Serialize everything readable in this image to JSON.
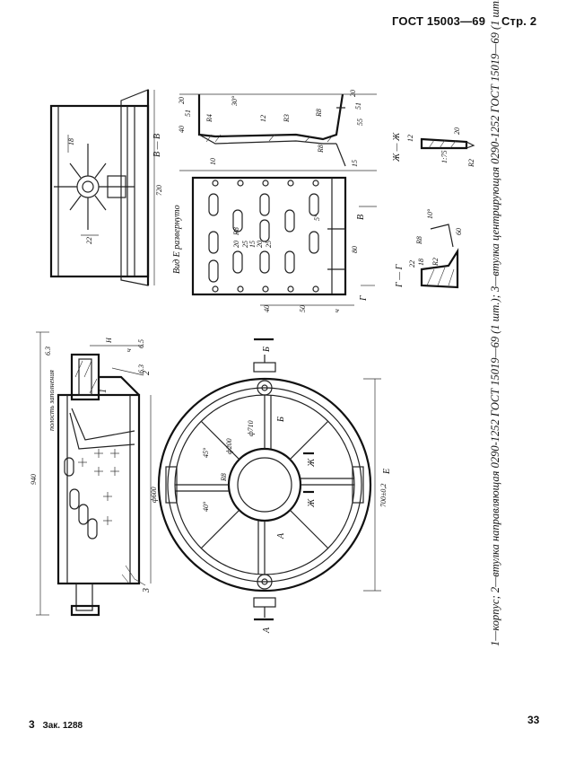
{
  "header": {
    "standard": "ГОСТ 15003—69",
    "page": "Стр. 2"
  },
  "caption": "1—корпус; 2—втулка направляющая 0290-1252 ГОСТ 15019—69 (1 шт.); 3—втулка центрирующая 0290-1252 ГОСТ 15019—69 (1 шт.);",
  "footer": {
    "left_number": "3",
    "order": "Зак. 1288",
    "page_number": "33"
  },
  "drawing": {
    "top_view": {
      "dim_overall": "720",
      "dim_a": "18",
      "dim_b": "22"
    },
    "section_vv": {
      "label": "В — В",
      "dims": [
        "20",
        "51",
        "40",
        "R4",
        "30°",
        "12",
        "R3",
        "R8",
        "20",
        "51",
        "55",
        "10",
        "R8",
        "15"
      ]
    },
    "view_e": {
      "label": "Вид Е развернуто",
      "dims": [
        "5°",
        "R8",
        "20",
        "25",
        "15",
        "20",
        "25",
        "80",
        "50",
        "ч",
        "40"
      ],
      "mark_b": "В",
      "mark_g": "Г"
    },
    "section_zhzh": {
      "label": "Ж — Ж",
      "dims": [
        "12",
        "20",
        "R2",
        "1:75"
      ]
    },
    "section_gg": {
      "label": "Г — Г",
      "dims": [
        "10°",
        "R8",
        "60",
        "22",
        "18",
        "R2"
      ]
    },
    "side_view": {
      "dims": [
        "940",
        "Н",
        "ч",
        "6.5",
        "6.3",
        "ф600",
        "6.3"
      ],
      "note": "полость заполнения",
      "parts": [
        "1",
        "2",
        "3"
      ]
    },
    "plan_view": {
      "dims": [
        "45°",
        "ф200",
        "ф710",
        "R8",
        "40°",
        "700±0,2"
      ],
      "marks": [
        "Б",
        "Б",
        "А",
        "А",
        "Ж",
        "Ж",
        "Е"
      ]
    }
  }
}
